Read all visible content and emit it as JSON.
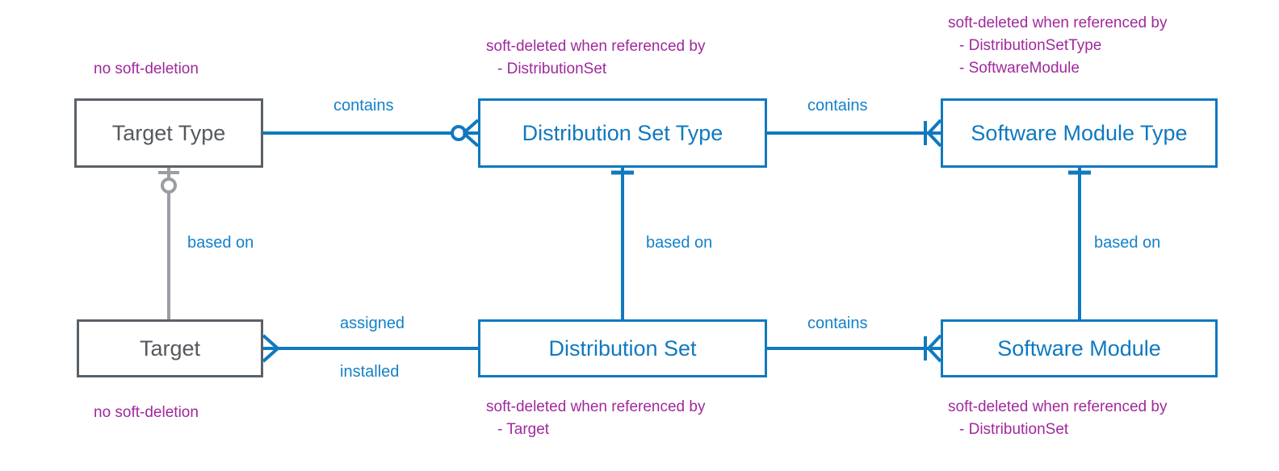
{
  "diagram": {
    "title": "Entity relationship diagram with soft-deletion notes",
    "colors": {
      "blue": "#1079bf",
      "blue_text": "#1481c9",
      "gray": "#5a6168",
      "gray_text": "#55595e",
      "note_magenta": "#a0289c",
      "background": "#ffffff"
    }
  },
  "entities": [
    {
      "id": "target-type",
      "label": "Target Type",
      "style": "gray"
    },
    {
      "id": "distribution-set-type",
      "label": "Distribution Set Type",
      "style": "blue"
    },
    {
      "id": "software-module-type",
      "label": "Software Module Type",
      "style": "blue"
    },
    {
      "id": "target",
      "label": "Target",
      "style": "gray"
    },
    {
      "id": "distribution-set",
      "label": "Distribution Set",
      "style": "blue"
    },
    {
      "id": "software-module",
      "label": "Software Module",
      "style": "blue"
    }
  ],
  "relationships": [
    {
      "id": "tt-dst",
      "label": "contains",
      "from": "target-type",
      "to": "distribution-set-type"
    },
    {
      "id": "dst-smt",
      "label": "contains",
      "from": "distribution-set-type",
      "to": "software-module-type"
    },
    {
      "id": "tt-t",
      "label": "based on",
      "from": "target-type",
      "to": "target"
    },
    {
      "id": "dst-ds",
      "label": "based on",
      "from": "distribution-set-type",
      "to": "distribution-set"
    },
    {
      "id": "smt-sm",
      "label": "based on",
      "from": "software-module-type",
      "to": "software-module"
    },
    {
      "id": "t-ds-a",
      "label": "assigned",
      "from": "target",
      "to": "distribution-set"
    },
    {
      "id": "t-ds-i",
      "label": "installed",
      "from": "target",
      "to": "distribution-set"
    },
    {
      "id": "ds-sm",
      "label": "contains",
      "from": "distribution-set",
      "to": "software-module"
    }
  ],
  "notes": {
    "target_type": {
      "heading": "no soft-deletion",
      "items": []
    },
    "distribution_set_type": {
      "heading": "soft-deleted when referenced by",
      "items": [
        "-  DistributionSet"
      ]
    },
    "software_module_type": {
      "heading": "soft-deleted when referenced by",
      "items": [
        "-  DistributionSetType",
        "-  SoftwareModule"
      ]
    },
    "target": {
      "heading": "no soft-deletion",
      "items": []
    },
    "distribution_set": {
      "heading": "soft-deleted when referenced by",
      "items": [
        "-  Target"
      ]
    },
    "software_module": {
      "heading": "soft-deleted when referenced by",
      "items": [
        "-  DistributionSet"
      ]
    }
  }
}
